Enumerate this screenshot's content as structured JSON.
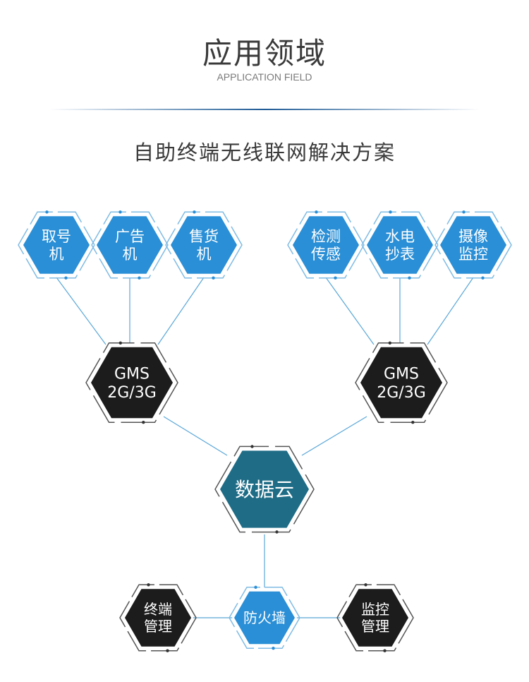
{
  "header": {
    "title": "应用领域",
    "subtitle": "APPLICATION FIELD",
    "heading": "自助终端无线联网解决方案"
  },
  "colors": {
    "blue": "#2a8fd6",
    "black": "#1c1c1c",
    "teal": "#1e6c86",
    "line": "#5aa7d8"
  },
  "nodes": {
    "queue": [
      "取号",
      "机"
    ],
    "ad": [
      "广告",
      "机"
    ],
    "vending": [
      "售货",
      "机"
    ],
    "detect": [
      "检测",
      "传感"
    ],
    "meter": [
      "水电",
      "抄表"
    ],
    "camera": [
      "摄像",
      "监控"
    ],
    "gms_left": [
      "GMS",
      "2G/3G"
    ],
    "gms_right": [
      "GMS",
      "2G/3G"
    ],
    "cloud": [
      "数据云"
    ],
    "terminal": [
      "终端",
      "管理"
    ],
    "firewall": [
      "防火墙"
    ],
    "monitor": [
      "监控",
      "管理"
    ]
  }
}
